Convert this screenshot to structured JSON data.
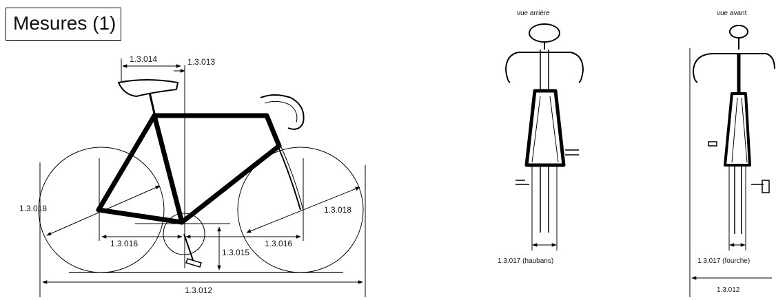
{
  "title": "Mesures (1)",
  "views": {
    "rear": "vue arrière",
    "front": "vue avant"
  },
  "labels": {
    "saddle_setback": "1.3.014",
    "saddle_offset": "1.3.013",
    "wheel_rear": "1.3.018",
    "wheel_front": "1.3.018",
    "chainstay_rear": "1.3.016",
    "chainstay_front": "1.3.016",
    "bb_drop": "1.3.015",
    "overall_length": "1.3.012",
    "stays_width": "1.3.017 (haubans)",
    "fork_width": "1.3.017 (fourche)",
    "front_width": "1.3.012"
  }
}
